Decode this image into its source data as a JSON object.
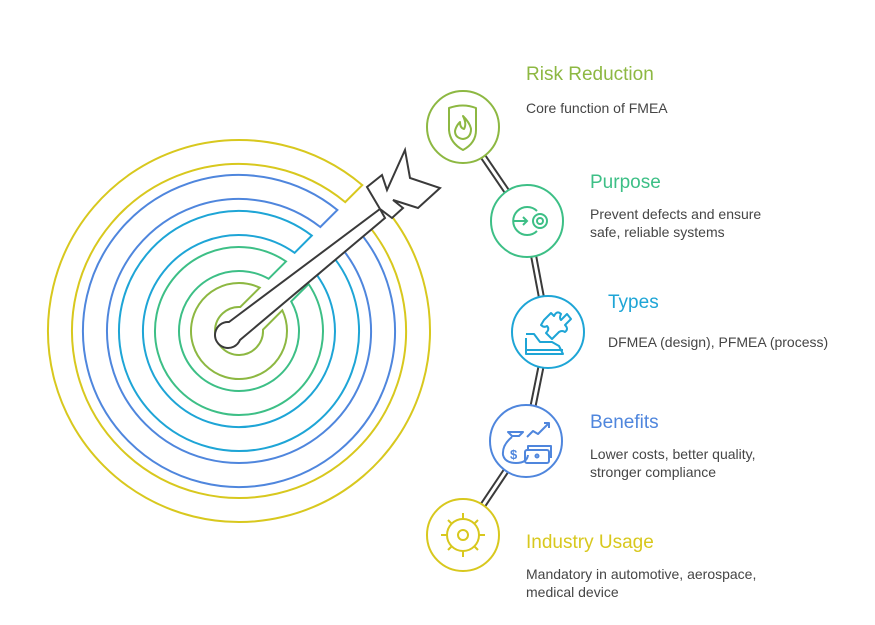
{
  "colors": {
    "lime": "#8db842",
    "green": "#3dbf86",
    "cyan": "#1ea5d6",
    "blue": "#4f86dd",
    "yellow": "#d8c81e",
    "dark": "#3a3a3a"
  },
  "items": [
    {
      "title": "Risk Reduction",
      "lines": [
        "Core function of FMEA"
      ],
      "icon": "shield-flame-icon",
      "color": "#8db842"
    },
    {
      "title": "Purpose",
      "lines": [
        "Prevent defects and ensure",
        "safe, reliable systems"
      ],
      "icon": "arrow-target-icon",
      "color": "#3dbf86"
    },
    {
      "title": "Types",
      "lines": [
        "DFMEA (design), PFMEA (process)"
      ],
      "icon": "puzzle-blueprint-icon",
      "color": "#1ea5d6"
    },
    {
      "title": "Benefits",
      "lines": [
        "Lower costs, better quality,",
        "stronger compliance"
      ],
      "icon": "money-growth-icon",
      "color": "#4f86dd"
    },
    {
      "title": "Industry Usage",
      "lines": [
        "Mandatory in automotive, aerospace,",
        "medical device"
      ],
      "icon": "sun-gear-icon",
      "color": "#d8c81e"
    }
  ]
}
